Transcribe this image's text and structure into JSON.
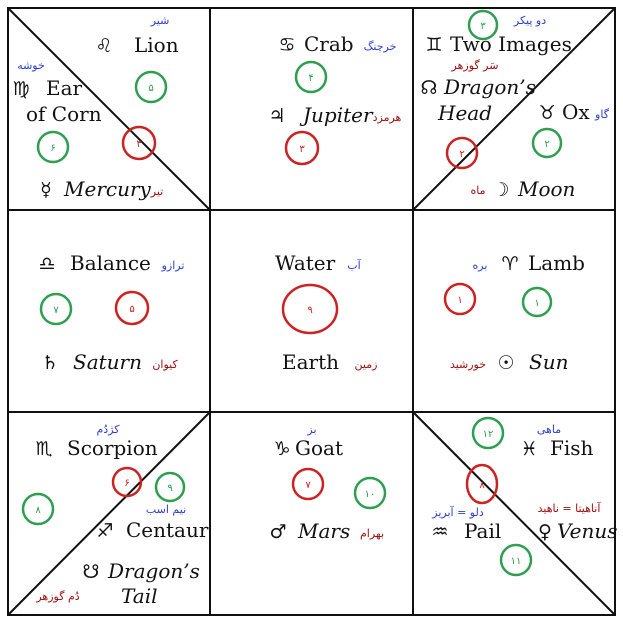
{
  "diagram": {
    "cells": {
      "top_left": {
        "lion": "Lion",
        "lion_sym": "♌",
        "lion_fa": "شیر",
        "ear": "Ear",
        "of_corn": "of Corn",
        "virgo_sym": "♍",
        "ear_fa": "خوشه",
        "mercury": "Mercury",
        "mercury_sym": "☿",
        "mercury_fa": "تیر",
        "circle_green_1": "۵",
        "circle_green_2": "۶",
        "circle_red": "۴"
      },
      "top_middle": {
        "crab": "Crab",
        "crab_sym": "♋",
        "crab_fa": "خرچنگ",
        "jupiter": "Jupiter",
        "jupiter_sym": "♃",
        "jupiter_fa": "هرمزد",
        "circle_green": "۴",
        "circle_red": "۳"
      },
      "top_right": {
        "two_images": "Two Images",
        "gemini_sym": "♊",
        "two_images_fa": "دو پیکر",
        "dragons": "Dragon’s",
        "head": "Head",
        "head_sym": "☊",
        "head_fa": "سَر گوزهر",
        "ox": "Ox",
        "ox_sym": "♉",
        "ox_fa": "گاو",
        "moon": "Moon",
        "moon_sym": "☽",
        "moon_fa": "ماه",
        "circle_green_top": "۳",
        "circle_green_right": "۲",
        "circle_red": "۲"
      },
      "mid_left": {
        "balance": "Balance",
        "balance_sym": "♎",
        "balance_fa": "ترازو",
        "saturn": "Saturn",
        "saturn_sym": "♄",
        "saturn_fa": "کیوان",
        "circle_green": "۷",
        "circle_red": "۵"
      },
      "center": {
        "water": "Water",
        "water_fa": "آب",
        "earth": "Earth",
        "earth_fa": "زمین",
        "circle_red": "۹"
      },
      "mid_right": {
        "lamb": "Lamb",
        "lamb_sym": "♈",
        "lamb_fa": "بره",
        "sun": "Sun",
        "sun_sym": "☉",
        "sun_fa": "خورشید",
        "circle_red": "۱",
        "circle_green": "۱"
      },
      "bottom_left": {
        "scorpion": "Scorpion",
        "scorpion_sym": "♏",
        "scorpion_fa": "کژدُم",
        "centaur": "Centaur",
        "centaur_sym": "♐",
        "centaur_fa": "نیم اسب",
        "dragons": "Dragon’s",
        "tail": "Tail",
        "tail_sym": "☋",
        "tail_fa": "دُم گوزهر",
        "circle_green_left": "۸",
        "circle_red": "۶",
        "circle_green_right": "۹"
      },
      "bottom_middle": {
        "goat": "Goat",
        "goat_sym": "♑",
        "goat_fa": "بز",
        "mars": "Mars",
        "mars_sym": "♂",
        "mars_fa": "بهرام",
        "circle_red": "۷",
        "circle_green": "۱۰"
      },
      "bottom_right": {
        "fish": "Fish",
        "fish_sym": "♓",
        "fish_fa": "ماهی",
        "pail": "Pail",
        "pail_sym": "♒",
        "pail_fa": "دلو = آبریز",
        "venus": "Venus",
        "venus_sym": "♀",
        "venus_fa": "آناهیتا = ناهید",
        "circle_green_top": "۱۲",
        "circle_red": "۸",
        "circle_green_bottom": "۱۱"
      }
    },
    "colors": {
      "green": "#2e9e4f",
      "red": "#cc2222",
      "blue_text": "#2b3fd0",
      "red_text": "#a01010",
      "line": "#111111"
    }
  }
}
